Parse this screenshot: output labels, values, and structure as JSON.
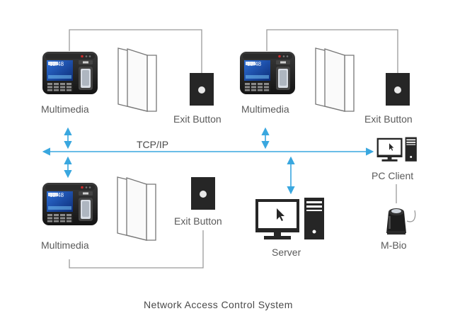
{
  "diagram": {
    "caption": "Network Access Control System",
    "network_label": "TCP/IP",
    "terminals": [
      {
        "label": "Multimedia",
        "screen_text": "12:48"
      },
      {
        "label": "Multimedia",
        "screen_text": "12:48"
      },
      {
        "label": "Multimedia",
        "screen_text": "12:48"
      }
    ],
    "exit_buttons": [
      {
        "label": "Exit Button"
      },
      {
        "label": "Exit Button"
      },
      {
        "label": "Exit Button"
      }
    ],
    "pc_client": {
      "label": "PC Client"
    },
    "server": {
      "label": "Server"
    },
    "mbio": {
      "label": "M-Bio"
    }
  },
  "colors": {
    "network_line": "#39a7df",
    "wire": "#9a9a9a",
    "device_body": "#1d1d1d"
  }
}
